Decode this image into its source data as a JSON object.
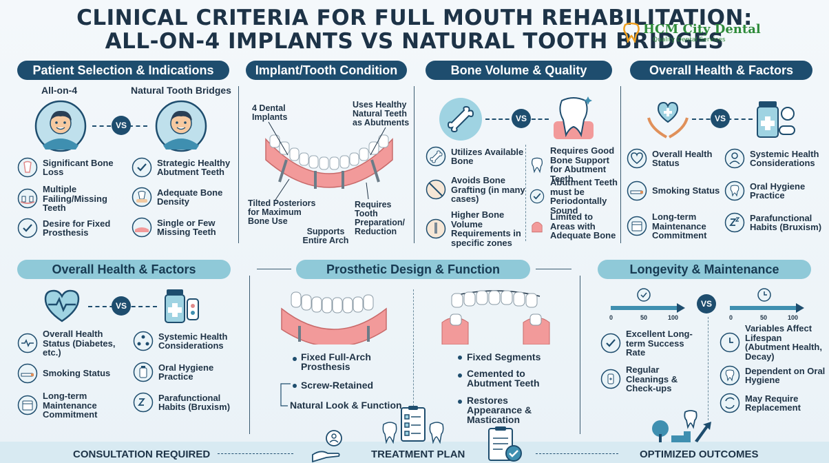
{
  "title": {
    "line1": "CLINICAL CRITERIA FOR FULL MOUTH REHABILITATION:",
    "line2": "ALL-ON-4 IMPLANTS VS NATURAL TOOTH BRIDGES"
  },
  "logo": {
    "name": "HCM City Dental",
    "tagline": "Quality Dental Services"
  },
  "vs": "VS",
  "patient": {
    "header": "Patient Selection & Indications",
    "left_title": "All-on-4",
    "right_title": "Natural Tooth Bridges",
    "left_items": [
      "Significant Bone Loss",
      "Multiple Failing/Missing Teeth",
      "Desire for Fixed Prosthesis"
    ],
    "right_items": [
      "Strategic Healthy Abutment Teeth",
      "Adequate Bone Density",
      "Single or Few Missing Teeth"
    ]
  },
  "condition": {
    "header": "Implant/Tooth Condition",
    "label_implants": "4 Dental Implants",
    "label_natural": "Uses Healthy Natural Teeth as Abutments",
    "label_tilted": "Tilted Posteriors for Maximum Bone Use",
    "label_prep": "Requires Tooth Preparation/ Reduction",
    "label_supports": "Supports Entire Arch"
  },
  "bone": {
    "header": "Bone Volume & Quality",
    "left_items": [
      "Utilizes Available Bone",
      "Avoids Bone Grafting (in many cases)",
      "Higher Bone Volume Requirements in specific zones"
    ],
    "right_items": [
      "Requires Good Bone Support for Abutment Teeth",
      "Abutment Teeth must be Periodontally Sound",
      "Limited to Areas with Adequate Bone"
    ]
  },
  "health_top": {
    "header": "Overall Health & Factors",
    "left_items": [
      "Overall Health Status",
      "Smoking Status",
      "Long-term Maintenance Commitment"
    ],
    "right_items": [
      "Systemic Health Considerations",
      "Oral Hygiene Practice",
      "Parafunctional Habits (Bruxism)"
    ]
  },
  "health_bottom": {
    "header": "Overall Health & Factors",
    "left_items": [
      "Overall Health Status (Diabetes, etc.)",
      "Smoking Status",
      "Long-term Maintenance Commitment"
    ],
    "right_items": [
      "Systemic Health Considerations",
      "Oral Hygiene Practice",
      "Parafunctional Habits (Bruxism)"
    ]
  },
  "prosthetic": {
    "header": "Prosthetic Design & Function",
    "left_items": [
      "Fixed Full-Arch Prosthesis",
      "Screw-Retained",
      "Natural Look & Function"
    ],
    "right_items": [
      "Fixed Segments",
      "Cemented to Abutment Teeth",
      "Restores Appearance & Mastication"
    ]
  },
  "longevity": {
    "header": "Longevity & Maintenance",
    "scale_ticks": [
      "0",
      "50",
      "100"
    ],
    "left_items": [
      "Excellent Long-term Success Rate",
      "Regular Cleanings & Check-ups"
    ],
    "right_items": [
      "Variables Affect Lifespan (Abutment Health, Decay)",
      "Dependent on Oral Hygiene",
      "May Require Replacement"
    ]
  },
  "footer": {
    "left": "CONSULTATION REQUIRED",
    "center": "TREATMENT PLAN",
    "right": "OPTIMIZED OUTCOMES"
  },
  "colors": {
    "navy": "#1e4d6e",
    "teal_light": "#8fc9d8",
    "gum": "#f29a9a",
    "tooth": "#ffffff",
    "accent_green": "#2e8b3a"
  }
}
